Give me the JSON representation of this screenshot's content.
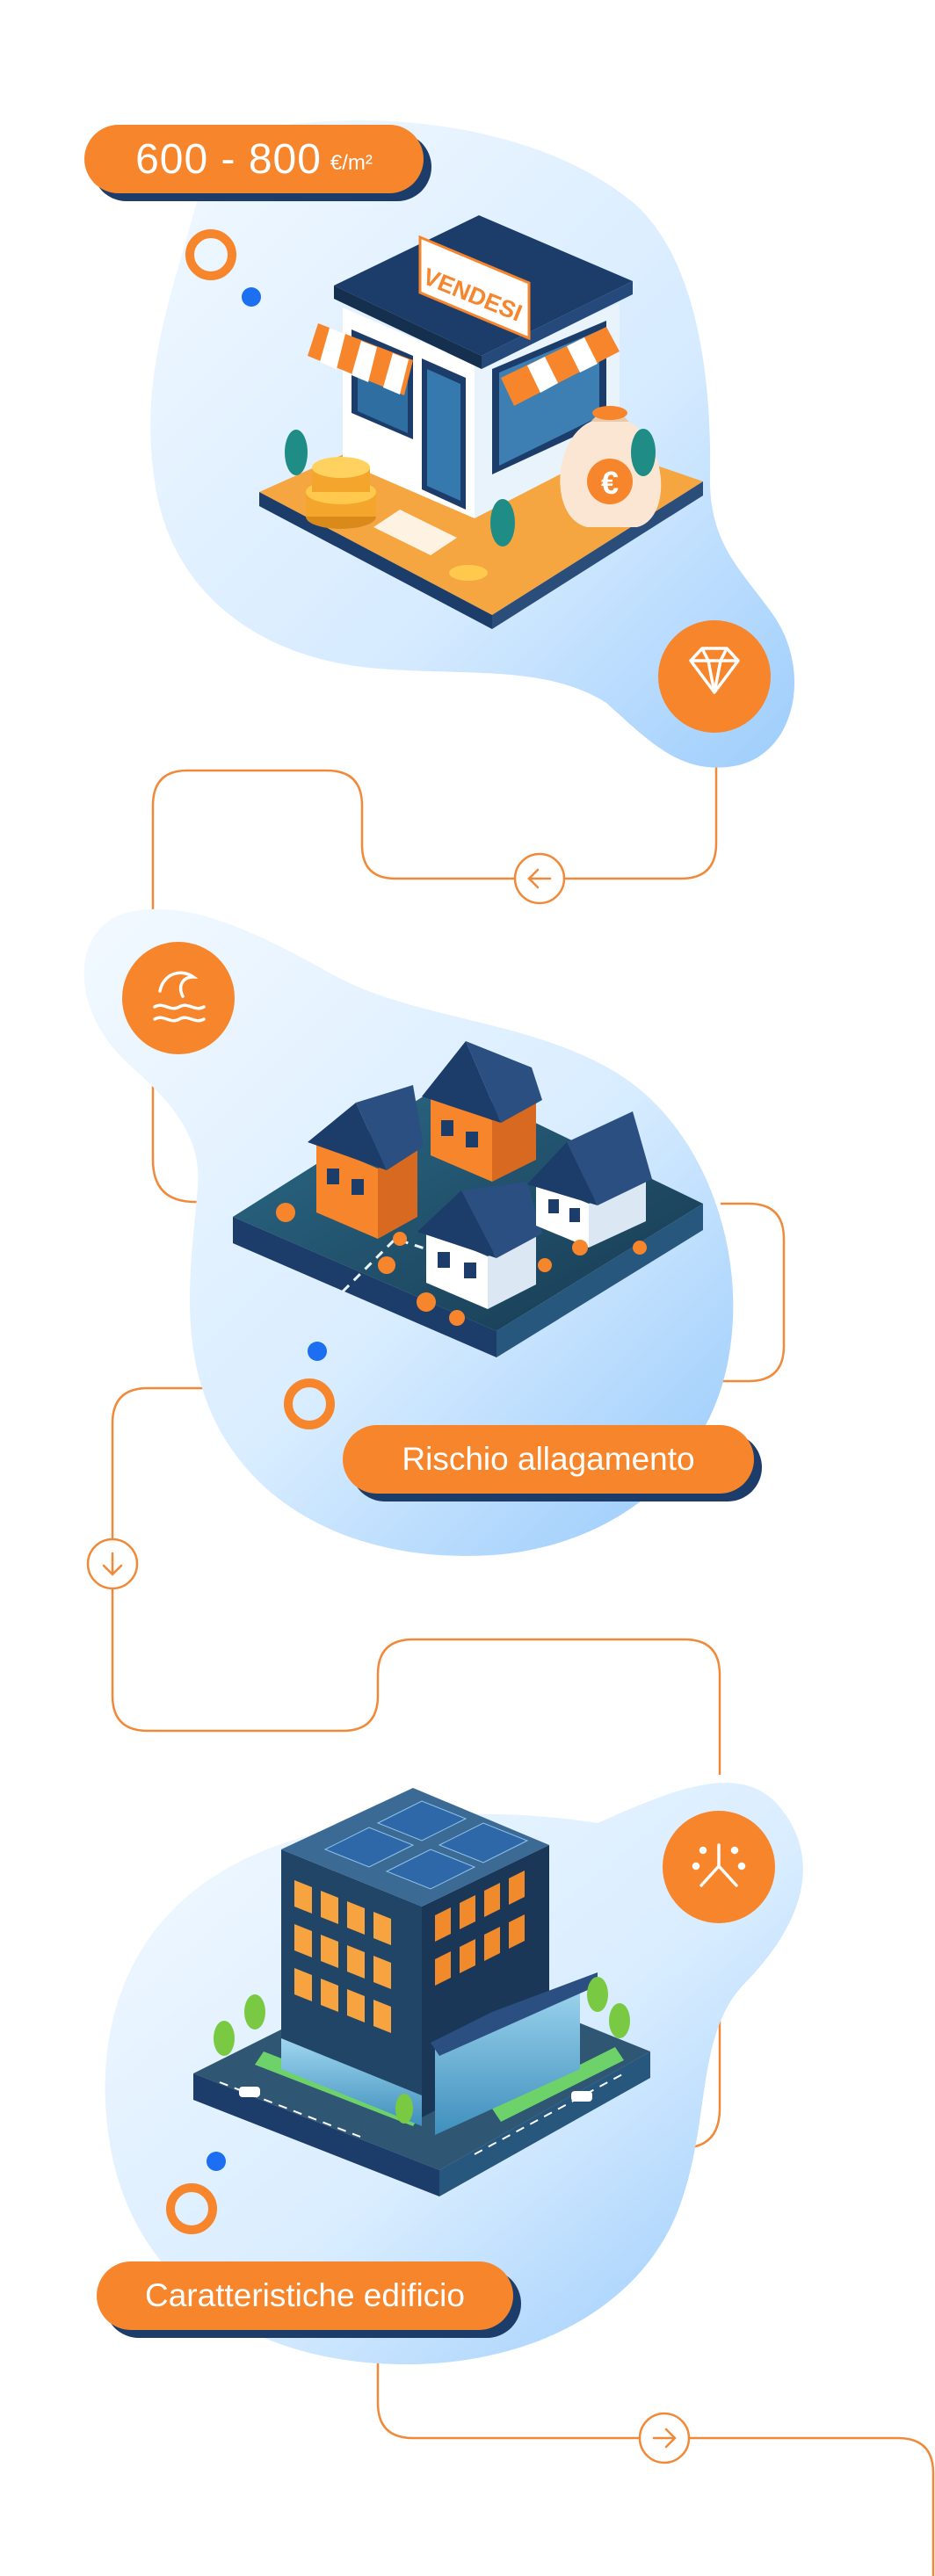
{
  "price_pill": {
    "range": "600 - 800",
    "unit": "€/m²"
  },
  "shop": {
    "sign": "VENDESI",
    "currency_symbol": "€"
  },
  "flood_pill": {
    "label": "Rischio allagamento"
  },
  "building_pill": {
    "label": "Caratteristiche edificio"
  },
  "icons": {
    "value": "diamond-icon",
    "flood": "wave-icon",
    "building": "sparkle-icon",
    "arrows": [
      "arrow-left-icon",
      "arrow-down-icon",
      "arrow-right-icon"
    ]
  },
  "colors": {
    "accent_orange": "#f7852c",
    "navy": "#1c3c6a",
    "blob_blue_light": "#eaf5ff",
    "blob_blue": "#9dcdfc",
    "dot_blue": "#1c6ff0",
    "connector_line": "#f08a3a"
  }
}
